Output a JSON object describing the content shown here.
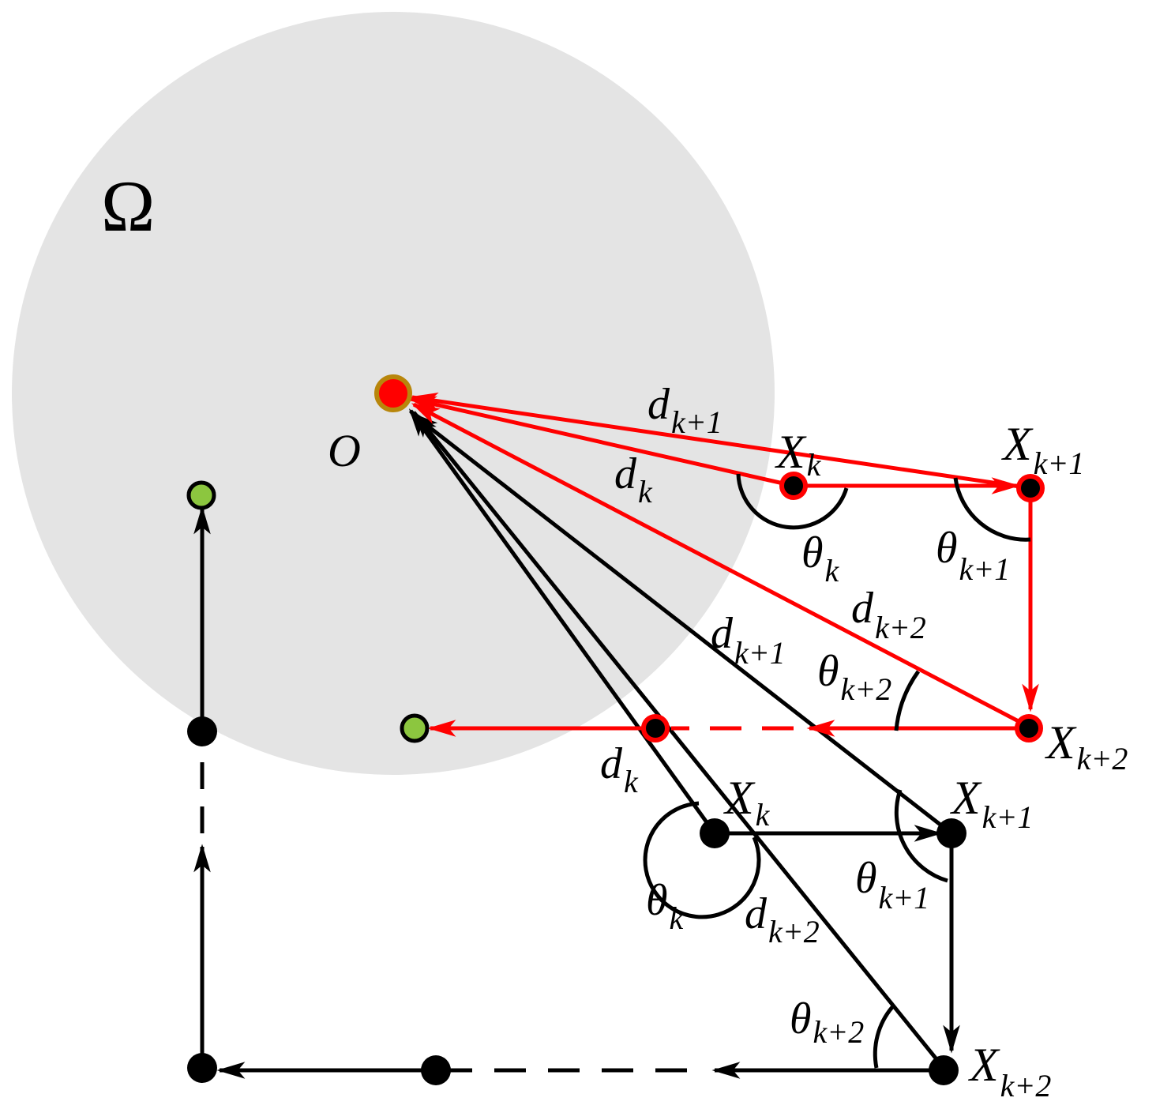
{
  "region_label": "Ω",
  "origin_label": "O",
  "colors": {
    "region_fill": "#e4e4e4",
    "red": "#ff0000",
    "black": "#000000",
    "green": "#8cc63f",
    "origin_ring": "#b8860b"
  },
  "red_path": {
    "x_k": {
      "base": "X",
      "sub": "k"
    },
    "x_k1": {
      "base": "X",
      "sub": "k+1"
    },
    "x_k2": {
      "base": "X",
      "sub": "k+2"
    },
    "d_k": {
      "base": "d",
      "sub": "k"
    },
    "d_k1": {
      "base": "d",
      "sub": "k+1"
    },
    "d_k2": {
      "base": "d",
      "sub": "k+2"
    },
    "theta_k": {
      "base": "θ",
      "sub": "k"
    },
    "theta_k1": {
      "base": "θ",
      "sub": "k+1"
    },
    "theta_k2": {
      "base": "θ",
      "sub": "k+2"
    }
  },
  "black_path": {
    "x_k": {
      "base": "X",
      "sub": "k"
    },
    "x_k1": {
      "base": "X",
      "sub": "k+1"
    },
    "x_k2": {
      "base": "X",
      "sub": "k+2"
    },
    "d_k": {
      "base": "d",
      "sub": "k"
    },
    "d_k1": {
      "base": "d",
      "sub": "k+1"
    },
    "d_k2": {
      "base": "d",
      "sub": "k+2"
    },
    "theta_k": {
      "base": "θ",
      "sub": "k"
    },
    "theta_k1": {
      "base": "θ",
      "sub": "k+1"
    },
    "theta_k2": {
      "base": "θ",
      "sub": "k+2"
    }
  }
}
